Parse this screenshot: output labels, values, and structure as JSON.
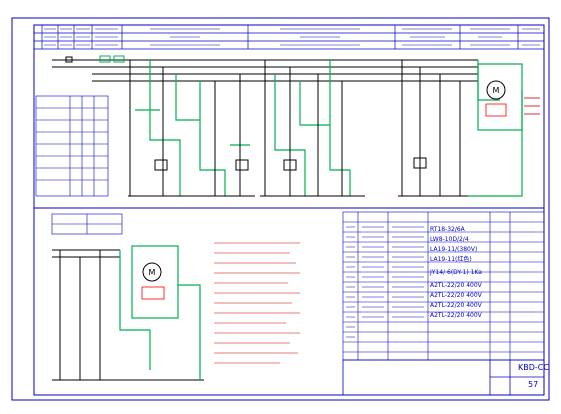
{
  "drawing": {
    "number": "KBD-CC",
    "sheet": "57",
    "colors": {
      "frame": "#0000cc",
      "wire_green": "#00b050",
      "wire_black": "#000000",
      "note_text": "#cc0000",
      "title_text": "#b8860b",
      "accent_red": "#ff0000"
    }
  },
  "bom": {
    "rows": [
      {
        "spec": "RT18-32/6A"
      },
      {
        "spec": "LW8-10D/2/4"
      },
      {
        "spec": "LA19-11/(380V)"
      },
      {
        "spec": "LA19-11(红色)"
      },
      {
        "spec": "JY14/ 6(DY-1) 1Ka"
      },
      {
        "spec": "A2TL-22/20 400V"
      },
      {
        "spec": "A2TL-22/20 400V"
      },
      {
        "spec": "A2TL-22/20 400V"
      },
      {
        "spec": "A2TL-22/20 400V"
      }
    ]
  },
  "icons": {
    "motor_left": "motor-icon",
    "motor_right": "motor-icon"
  }
}
